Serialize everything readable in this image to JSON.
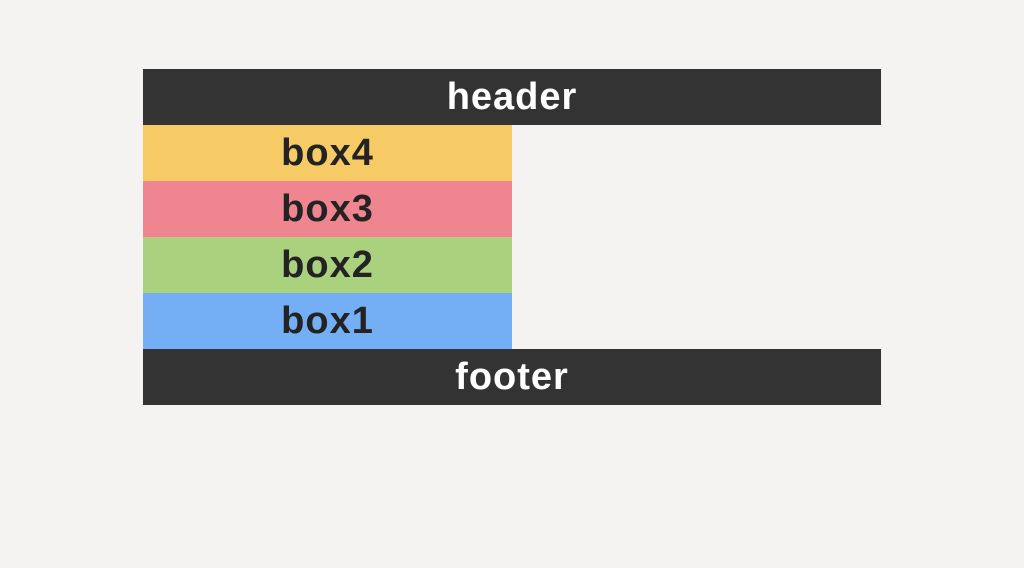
{
  "page": {
    "background": "#f4f3f1"
  },
  "header": {
    "label": "header",
    "background": "#333333",
    "text_color": "#ffffff"
  },
  "footer": {
    "label": "footer",
    "background": "#333333",
    "text_color": "#ffffff"
  },
  "boxes": {
    "text_color": "#232323",
    "items": [
      {
        "label": "box4",
        "background": "#f6ca64"
      },
      {
        "label": "box3",
        "background": "#ee8590"
      },
      {
        "label": "box2",
        "background": "#a9d17e"
      },
      {
        "label": "box1",
        "background": "#74aff5"
      }
    ]
  }
}
